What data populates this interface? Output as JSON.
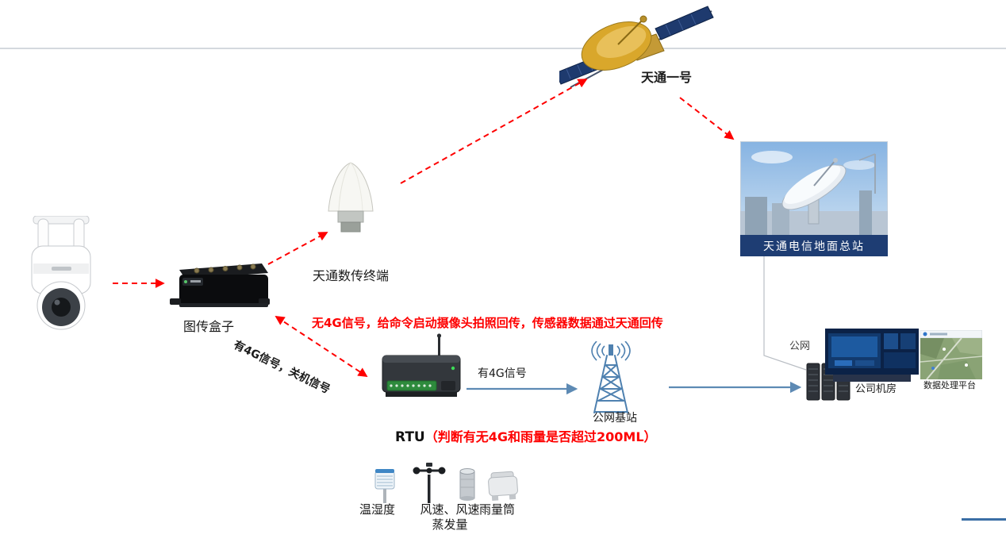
{
  "colors": {
    "red_arrow": "#fe0000",
    "blue_arrow": "#5d8ab4",
    "caption_bg": "#1e3d73",
    "bottom_accent": "#3a6ea5"
  },
  "labels": {
    "satellite": "天通一号",
    "terminal": "天通数传终端",
    "image_box": "图传盒子",
    "ground_station": "天通电信地面总站",
    "no_4g_note": "无4G信号，给命令启动摄像头拍照回传，传感器数据通过天通回传",
    "has_4g_shutdown": "有4G信号，关机信号",
    "rtu_prefix": "RTU",
    "rtu_condition": "（判断有无4G和雨量是否超过200ML）",
    "has_4g": "有4G信号",
    "base_station": "公网基站",
    "public_network": "公网",
    "server_room": "公司机房",
    "data_platform": "数据处理平台",
    "sensor_temp_humidity": "温湿度",
    "sensor_wind_line1": "风速、风速",
    "sensor_wind_line2": "蒸发量",
    "sensor_rain": "雨量筒"
  }
}
